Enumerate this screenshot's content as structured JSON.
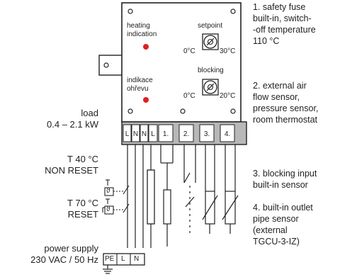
{
  "device": {
    "heating_indication": [
      "heating",
      "indication"
    ],
    "indikace": [
      "indikace",
      "ohřevu"
    ],
    "setpoint_label": "setpoint",
    "setpoint_min": "0°C",
    "setpoint_max": "30°C",
    "blocking_label": "blocking",
    "blocking_min": "0°C",
    "blocking_max": "20°C"
  },
  "terminals": [
    "L",
    "N",
    "N",
    "L",
    "1.",
    "2.",
    "3.",
    "4."
  ],
  "ground_terminals": [
    "PE",
    "L",
    "N"
  ],
  "left_labels": {
    "load": [
      "load",
      "0.4 – 2.1 kW"
    ],
    "t40": [
      "T 40 °C",
      "NON RESET"
    ],
    "t70": [
      "T 70 °C",
      "RESET"
    ],
    "power": [
      "power supply",
      "230 VAC / 50 Hz"
    ]
  },
  "thermostat_symbols": [
    "ϑ",
    "ϑ"
  ],
  "notes": [
    [
      "1. safety fuse",
      "built-in, switch-",
      "-off temperature",
      "110 °C"
    ],
    [
      "2. external air",
      "flow sensor,",
      "pressure sensor,",
      "room thermostat"
    ],
    [
      "3. blocking input",
      "built-in sensor"
    ],
    [
      "4. built-in outlet",
      "pipe sensor",
      "(external",
      "TGCU-3-IZ)"
    ]
  ],
  "colors": {
    "led": "#e02020",
    "terminal_block": "#b8b8b8",
    "line": "#222222"
  }
}
